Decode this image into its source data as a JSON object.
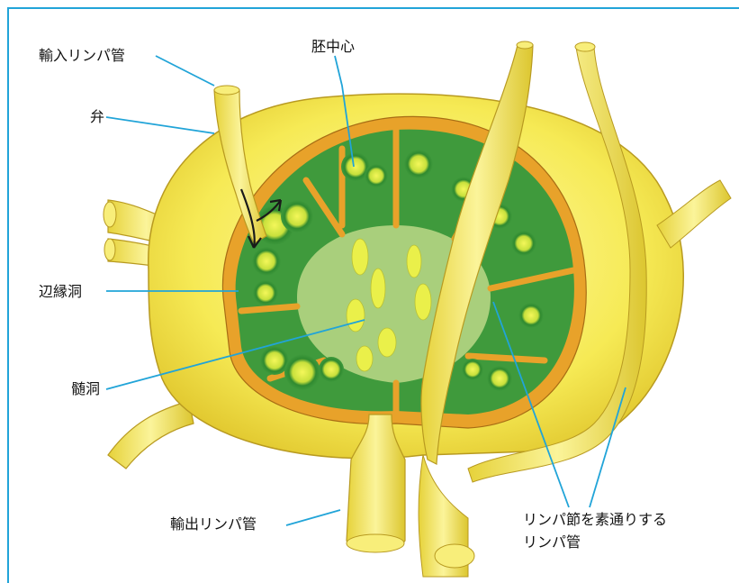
{
  "labels": {
    "afferent_vessel": "輸入リンパ管",
    "valve": "弁",
    "germinal_center": "胚中心",
    "marginal_sinus": "辺縁洞",
    "medullary_sinus": "髄洞",
    "efferent_vessel": "輸出リンパ管",
    "through_vessel_line1": "リンパ節を素通りする",
    "through_vessel_line2": "リンパ管"
  },
  "colors": {
    "frame_border": "#21a4d8",
    "leader_line": "#21a4d8",
    "capsule_yellow": "#f4e64e",
    "trabecula_orange": "#e8a22a",
    "cortex_green": "#3f9a3c",
    "medulla_green": "#a9cf7c",
    "follicle_yellow": "#eaf04a"
  },
  "icons": [
    "flow-arrow-icon"
  ]
}
